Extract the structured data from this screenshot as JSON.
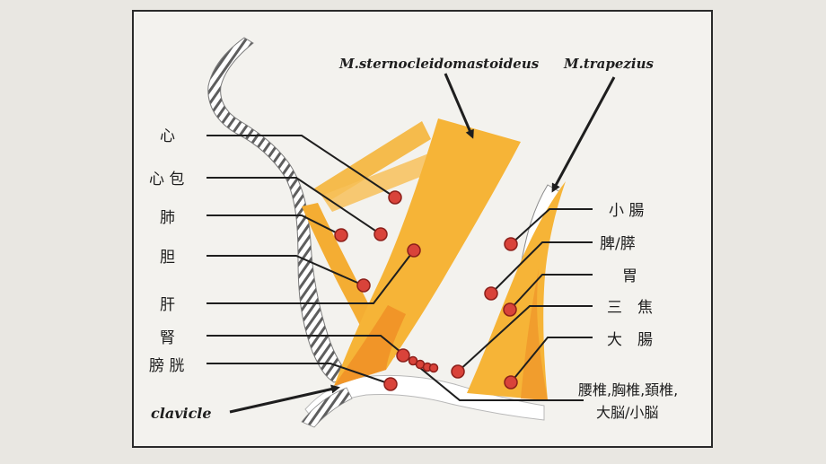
{
  "diagram": {
    "muscles": {
      "scm": "M.sternocleidomastoideus",
      "trapezius": "M.trapezius"
    },
    "bone": "clavicle",
    "left_labels": {
      "heart": "心",
      "pericardium": "心 包",
      "lung": "肺",
      "gallbladder": "胆",
      "liver": "肝",
      "kidney": "腎",
      "bladder": "膀 胱"
    },
    "right_labels": {
      "small_intestine": "小 腸",
      "spleen_pancreas": "脾/膵",
      "stomach": "胃",
      "triple_burner": "三　焦",
      "large_intestine": "大　腸",
      "spine_line1": "腰椎,胸椎,頚椎,",
      "spine_line2": "大脳/小脳"
    },
    "colors": {
      "muscle": "#f5b53a",
      "muscle_dark": "#f09a2a",
      "point": "#d9433a",
      "line": "#1e1e1e",
      "frame": "#2a2a2a",
      "panel": "#f3f2ee"
    }
  }
}
